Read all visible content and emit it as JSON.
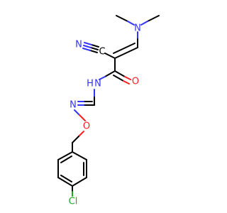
{
  "atoms": {
    "n_dimethyl": "N",
    "c_nitrile": "C",
    "n_nitrile": "N",
    "o_carbonyl": "O",
    "nh_amide": "N",
    "h_amide": "H",
    "n_oxime": "N",
    "o_oxime": "O",
    "cl": "Cl"
  },
  "colors": {
    "carbon": "#000000",
    "nitrogen": "#3333ff",
    "oxygen": "#ff2020",
    "chlorine": "#1fa81f"
  }
}
